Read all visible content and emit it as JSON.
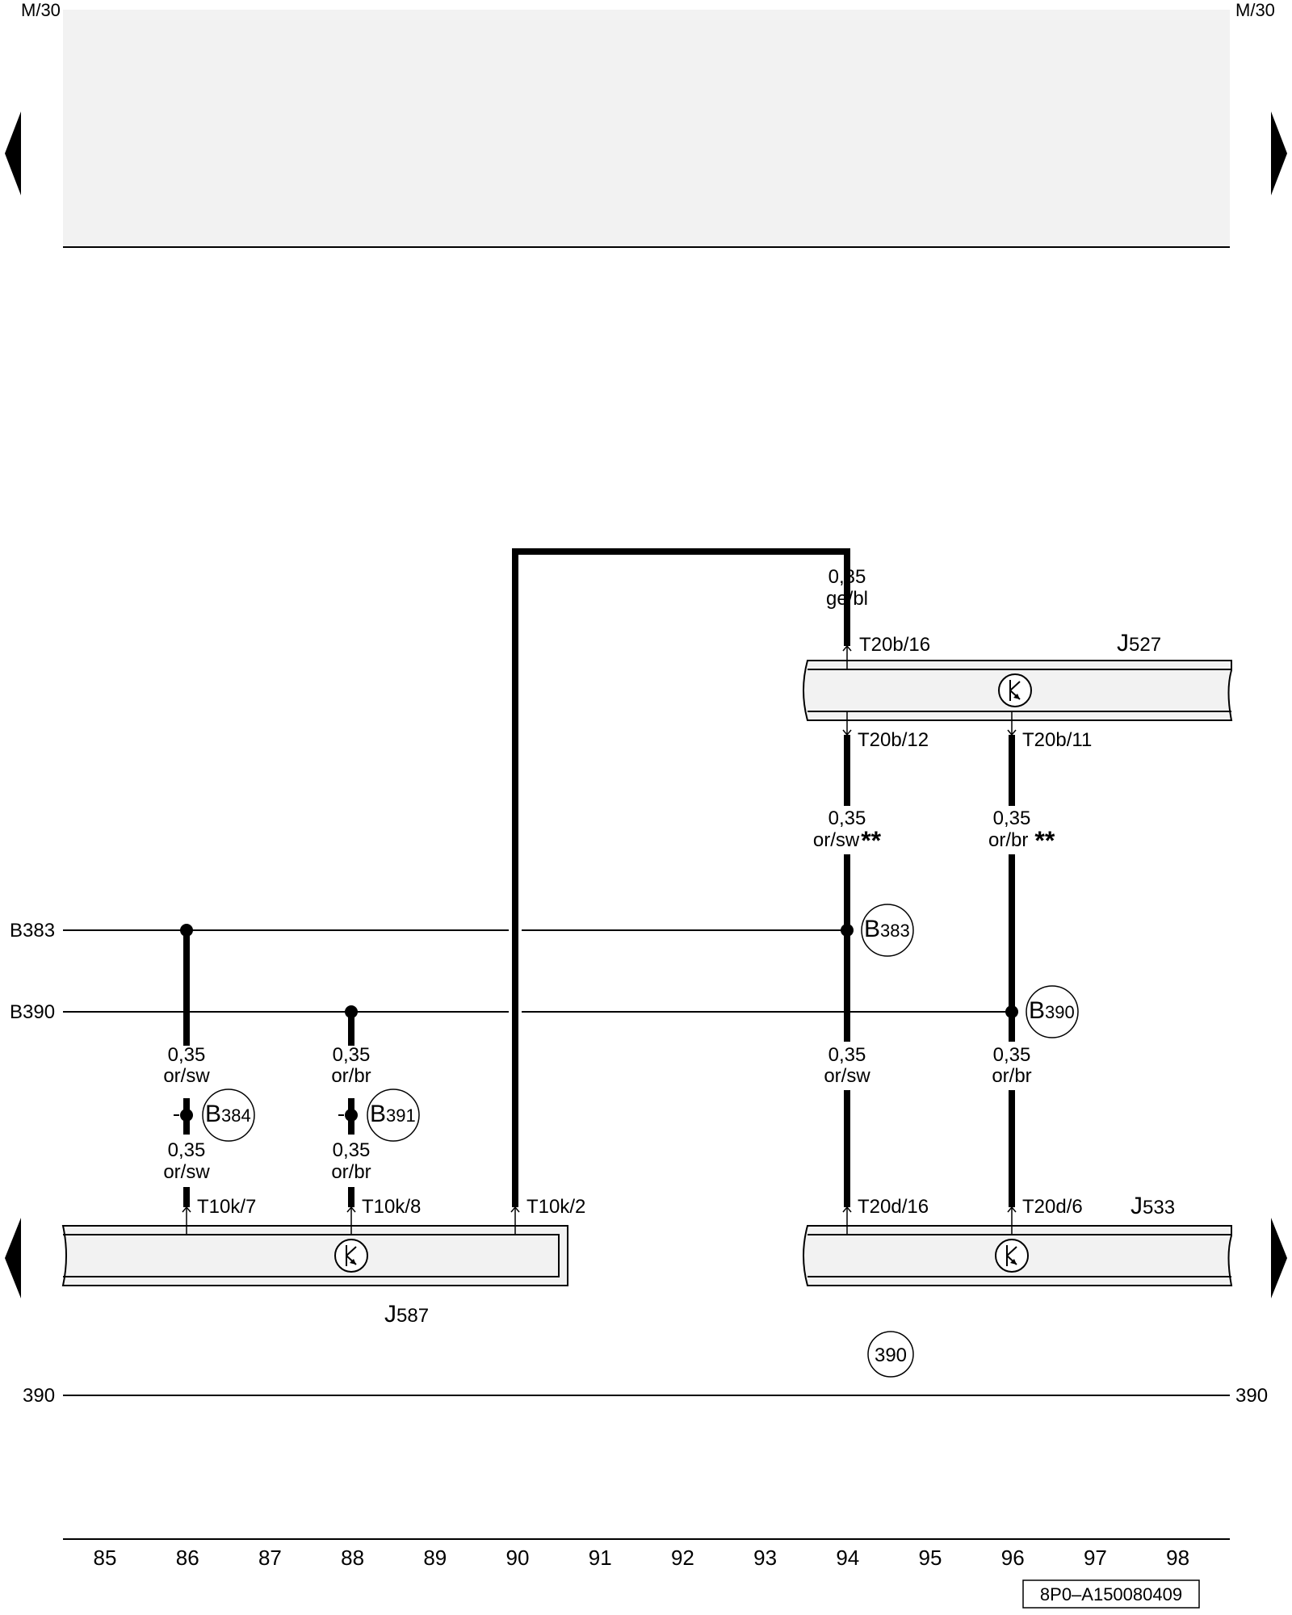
{
  "page": {
    "ground_left": "M/30",
    "ground_right": "M/30",
    "bus_line_left": "390",
    "bus_line_right": "390",
    "drawing_number": "8P0–A150080409"
  },
  "buses": {
    "b383": "B383",
    "b390": "B390"
  },
  "components": {
    "j527": {
      "letter": "J",
      "number": "527"
    },
    "j533": {
      "letter": "J",
      "number": "533"
    },
    "j587": {
      "letter": "J",
      "number": "587"
    }
  },
  "connectors": {
    "t20b16": "T20b/16",
    "t20b12": "T20b/12",
    "t20b11": "T20b/11",
    "t20d16": "T20d/16",
    "t20d6": "T20d/6",
    "t10k7": "T10k/7",
    "t10k8": "T10k/8",
    "t10k2": "T10k/2"
  },
  "wires": {
    "w_top": {
      "gauge": "0,35",
      "color": "ge/bl"
    },
    "w_94_up": {
      "gauge": "0,35",
      "color": "or/sw",
      "note": "**"
    },
    "w_96_up": {
      "gauge": "0,35",
      "color": "or/br",
      "note": "**"
    },
    "w_94_dn": {
      "gauge": "0,35",
      "color": "or/sw"
    },
    "w_96_dn": {
      "gauge": "0,35",
      "color": "or/br"
    },
    "w_86_up": {
      "gauge": "0,35",
      "color": "or/sw"
    },
    "w_86_dn": {
      "gauge": "0,35",
      "color": "or/sw"
    },
    "w_88_up": {
      "gauge": "0,35",
      "color": "or/br"
    },
    "w_88_dn": {
      "gauge": "0,35",
      "color": "or/br"
    }
  },
  "splices": {
    "b383": {
      "letter": "B",
      "number": "383"
    },
    "b390": {
      "letter": "B",
      "number": "390"
    },
    "b384": {
      "letter": "B",
      "number": "384"
    },
    "b391": {
      "letter": "B",
      "number": "391"
    },
    "ref390": "390"
  },
  "grid_numbers": [
    "85",
    "86",
    "87",
    "88",
    "89",
    "90",
    "91",
    "92",
    "93",
    "94",
    "95",
    "96",
    "97",
    "98"
  ]
}
